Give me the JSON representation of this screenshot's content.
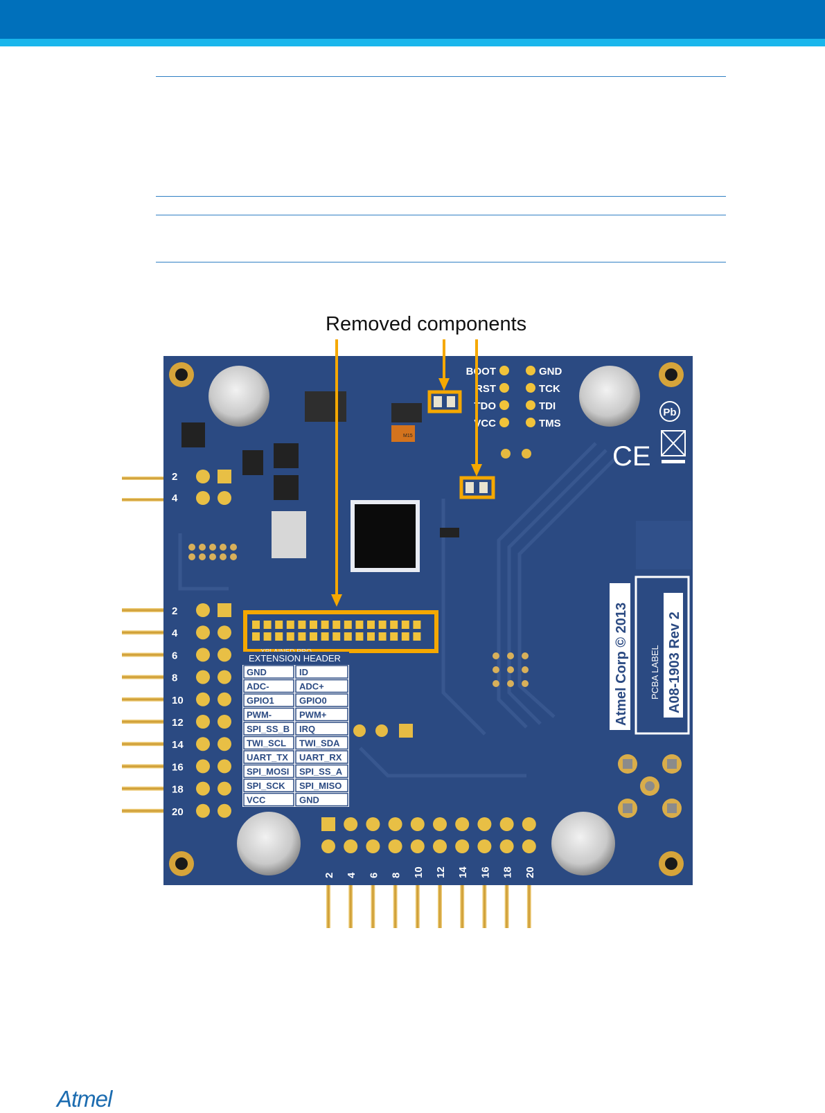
{
  "header": {
    "brand_color": "#0070bb",
    "accent_color": "#19b6ec"
  },
  "figure": {
    "callout": "Removed components",
    "callout_color": "#f5a800",
    "board_color": "#2b4a82",
    "debug_header": {
      "left": [
        "BOOT",
        "RST",
        "TDO",
        "VCC"
      ],
      "right": [
        "GND",
        "TCK",
        "TDI",
        "TMS"
      ]
    },
    "connector_numbers": [
      "2",
      "4",
      "6",
      "8",
      "10",
      "12",
      "14",
      "16",
      "18",
      "20"
    ],
    "top_left_numbers": [
      "2",
      "4"
    ],
    "xplained_label": "XPLAINED PRO",
    "extension_header": {
      "title": "EXTENSION HEADER",
      "rows": [
        [
          "GND",
          "ID"
        ],
        [
          "ADC-",
          "ADC+"
        ],
        [
          "GPIO1",
          "GPIO0"
        ],
        [
          "PWM-",
          "PWM+"
        ],
        [
          "SPI_SS_B",
          "IRQ"
        ],
        [
          "TWI_SCL",
          "TWI_SDA"
        ],
        [
          "UART_TX",
          "UART_RX"
        ],
        [
          "SPI_MOSI",
          "SPI_SS_A"
        ],
        [
          "SPI_SCK",
          "SPI_MISO"
        ],
        [
          "VCC",
          "GND"
        ]
      ]
    },
    "copyright": "Atmel Corp © 2013",
    "pcba_label": "PCBA LABEL",
    "pcba_id": "A08-1903 Rev 2",
    "ce_mark": "CE",
    "pb_mark": "Pb",
    "chip_marking": "M15"
  },
  "footer": {
    "logo": "Atmel"
  }
}
